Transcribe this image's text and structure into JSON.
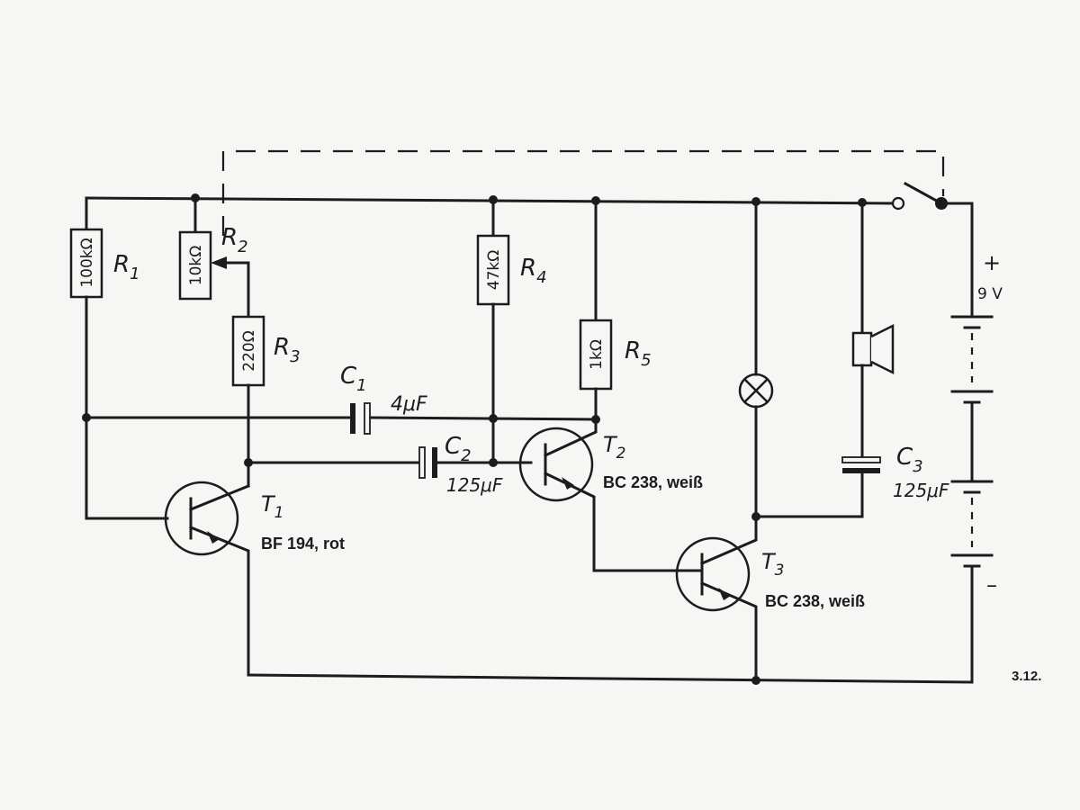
{
  "components": {
    "R1": {
      "label": "R",
      "sub": "1",
      "value": "100kΩ"
    },
    "R2": {
      "label": "R",
      "sub": "2",
      "value": "10kΩ"
    },
    "R3": {
      "label": "R",
      "sub": "3",
      "value": "220Ω"
    },
    "R4": {
      "label": "R",
      "sub": "4",
      "value": "47kΩ"
    },
    "R5": {
      "label": "R",
      "sub": "5",
      "value": "1kΩ"
    },
    "C1": {
      "label": "C",
      "sub": "1",
      "value": "4μF"
    },
    "C2": {
      "label": "C",
      "sub": "2",
      "value": "125μF"
    },
    "C3": {
      "label": "C",
      "sub": "3",
      "value": "125μF"
    },
    "T1": {
      "label": "T",
      "sub": "1",
      "part": "BF 194, rot"
    },
    "T2": {
      "label": "T",
      "sub": "2",
      "part": "BC 238, weiß"
    },
    "T3": {
      "label": "T",
      "sub": "3",
      "part": "BC 238, weiß"
    }
  },
  "battery": {
    "plus": "+",
    "voltage": "9 V",
    "minus": "–"
  },
  "figure_number": "3.12."
}
